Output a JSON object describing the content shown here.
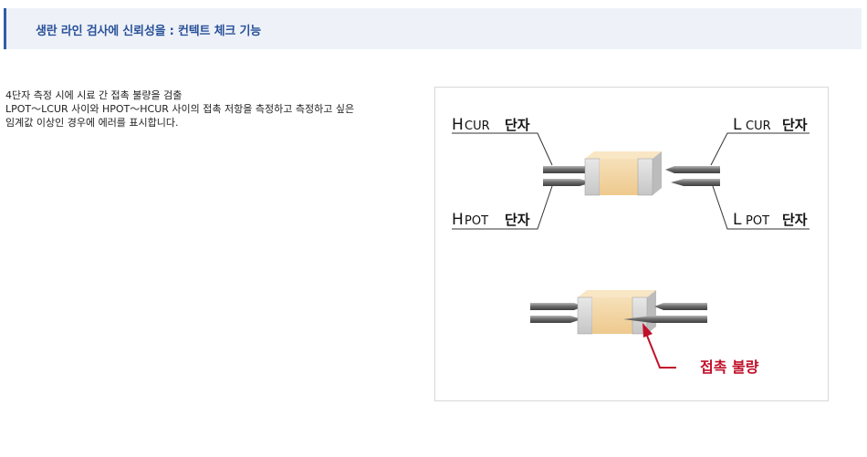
{
  "section": {
    "title": "생란 라인 검사에 신뢰성을 : 컨텍트 체크 기능"
  },
  "description": {
    "lines": [
      " 4단자 측정 시에 시료 간 접촉 불량을 검출",
      "LPOT～LCUR 사이와 HPOT～HCUR 사이의 접촉 저항을 측정하고 측정하고 싶은",
      "임계값 이상인 경우에 에러를 표시합니다."
    ]
  },
  "figure": {
    "terminals": {
      "hcur": {
        "letter": "H",
        "sub": "CUR",
        "suffix": "단자"
      },
      "lcur": {
        "letter": "L",
        "sub": "CUR",
        "suffix": "단자"
      },
      "hpot": {
        "letter": "H",
        "sub": "POT",
        "suffix": "단자"
      },
      "lpot": {
        "letter": "L",
        "sub": "POT",
        "suffix": "단자"
      }
    },
    "error_label": "접촉 불량",
    "colors": {
      "chip_body": "#f3d6a4",
      "chip_electrode": "#d9d9d9",
      "probe": "#7a7a7a",
      "error": "#c0102a"
    }
  }
}
